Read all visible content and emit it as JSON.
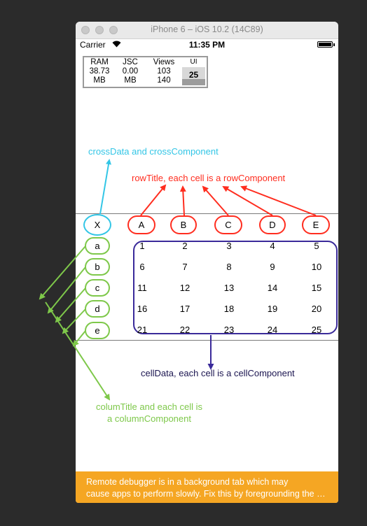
{
  "window": {
    "title": "iPhone 6 – iOS 10.2 (14C89)"
  },
  "status_bar": {
    "carrier": "Carrier",
    "time": "11:35 PM"
  },
  "perf_monitor": {
    "columns": [
      {
        "label": "RAM",
        "value": "38.73",
        "unit": "MB"
      },
      {
        "label": "JSC",
        "value": "0.00",
        "unit": "MB"
      },
      {
        "label": "Views",
        "value": "103",
        "unit": "140"
      }
    ],
    "ui": {
      "label": "UI",
      "value": "25"
    }
  },
  "annotations": {
    "cross": "crossData and crossComponent",
    "row": "rowTitle, each cell is a rowComponent",
    "cell": "cellData, each cell is a cellComponent",
    "column_line1": "columTitle and each cell is",
    "column_line2": "a columnComponent"
  },
  "colors": {
    "cross": "#33c6e6",
    "row": "#ff2d1f",
    "column": "#7ec84a",
    "cell": "#3a2a9a",
    "banner": "#f5a623"
  },
  "table": {
    "cross": "X",
    "row_titles": [
      "A",
      "B",
      "C",
      "D",
      "E"
    ],
    "column_titles": [
      "a",
      "b",
      "c",
      "d",
      "e"
    ],
    "cells": [
      [
        "1",
        "2",
        "3",
        "4",
        "5"
      ],
      [
        "6",
        "7",
        "8",
        "9",
        "10"
      ],
      [
        "11",
        "12",
        "13",
        "14",
        "15"
      ],
      [
        "16",
        "17",
        "18",
        "19",
        "20"
      ],
      [
        "21",
        "22",
        "23",
        "24",
        "25"
      ]
    ]
  },
  "debug_banner": {
    "line1": "Remote debugger is in a background tab which may",
    "line2": "cause apps to perform slowly. Fix this by foregrounding the tab (or opening it in a separate window)."
  }
}
